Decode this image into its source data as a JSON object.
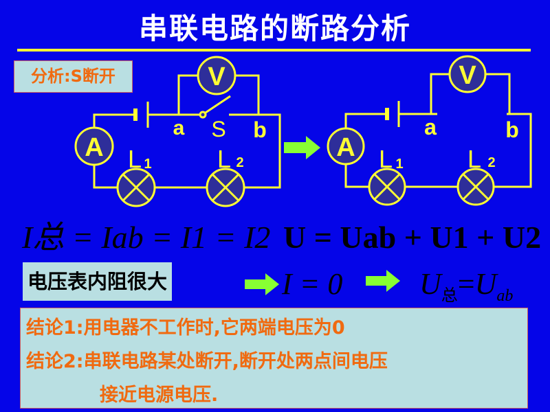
{
  "title": "串联电路的断路分析",
  "tag": "分析:S断开",
  "circuit_before": {
    "ammeter": "A",
    "voltmeter": "V",
    "point_a": "a",
    "point_b": "b",
    "switch": "S",
    "lamp1": "L",
    "lamp1_sub": "1",
    "lamp2": "L",
    "lamp2_sub": "2"
  },
  "circuit_after": {
    "ammeter": "A",
    "voltmeter": "V",
    "point_a": "a",
    "point_b": "b",
    "lamp1": "L",
    "lamp1_sub": "1",
    "lamp2": "L",
    "lamp2_sub": "2"
  },
  "formula_overlap": {
    "layer1": "I总 = Iab = I1 = I2",
    "layer2": "U = Uab + U1 + U2"
  },
  "reason": "电压表内阻很大",
  "result1": {
    "main": "I = 0"
  },
  "result2": {
    "lhs": "U",
    "lhs_sub": "总",
    "eq": "=",
    "rhs": "U",
    "rhs_sub": "ab"
  },
  "conclusions": [
    "结论1:用电器不工作时,它两端电压为0",
    "结论2:串联电路某处断开,断开处两点间电压",
    "接近电源电压."
  ],
  "colors": {
    "background": "#0505e8",
    "wire": "#ffff33",
    "panel": "#b9dfe2",
    "text_orange": "#f06a10",
    "arrow": "#88ff33"
  }
}
